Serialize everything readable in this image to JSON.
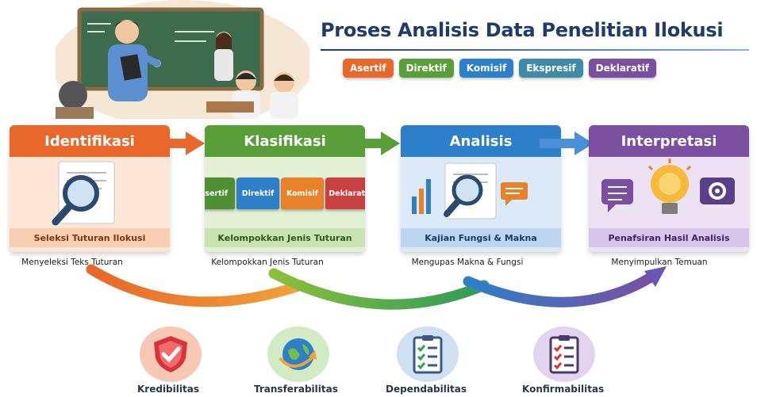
{
  "title": "Proses Analisis Data Penelitian Ilokusi",
  "tags": [
    {
      "label": "Asertif",
      "color": "#e8672a"
    },
    {
      "label": "Direktif",
      "color": "#5a9e3a"
    },
    {
      "label": "Komisif",
      "color": "#2d7fc9"
    },
    {
      "label": "Ekspresif",
      "color": "#3f8aa6"
    },
    {
      "label": "Deklaratif",
      "color": "#7a4fa0"
    }
  ],
  "steps": [
    {
      "title": "Identifikasi",
      "footer": "Seleksi Tuturan Ilokusi",
      "description": "Menyeleksi Teks Tuturan",
      "color": "#e8672a",
      "light": "#fde6d6",
      "icon": "magnifier-document-icon"
    },
    {
      "title": "Klasifikasi",
      "footer": "Kelompokkan Jenis Tuturan",
      "description": "Kelompokkan Jenis Tuturan",
      "color": "#5a9e3a",
      "light": "#e2f0d6",
      "icon": "folders-icon",
      "folders": [
        {
          "label": "Asertif",
          "color": "#4e8f34"
        },
        {
          "label": "Direktif",
          "color": "#2d7fc9"
        },
        {
          "label": "Komisif",
          "color": "#e8822a"
        },
        {
          "label": "Deklaratif",
          "color": "#c94040"
        }
      ]
    },
    {
      "title": "Analisis",
      "footer": "Kajian Fungsi & Makna",
      "description": "Mengupas Makna & Fungsi",
      "color": "#2d7fc9",
      "light": "#dbe9f8",
      "icon": "chart-magnifier-icon"
    },
    {
      "title": "Interpretasi",
      "footer": "Penafsiran Hasil Analisis",
      "description": "Menyimpulkan Temuan",
      "color": "#7a4fa0",
      "light": "#ece2f4",
      "icon": "lightbulb-gear-icon"
    }
  ],
  "criteria": [
    {
      "label": "Kredibilitas",
      "icon": "shield-check-icon",
      "color": "#f7c9b4"
    },
    {
      "label": "Transferabilitas",
      "icon": "globe-arrows-icon",
      "color": "#d3ebc5"
    },
    {
      "label": "Dependabilitas",
      "icon": "checklist-icon",
      "color": "#cfe0f3"
    },
    {
      "label": "Konfirmabilitas",
      "icon": "checklist-icon",
      "color": "#e2d4ef"
    }
  ]
}
